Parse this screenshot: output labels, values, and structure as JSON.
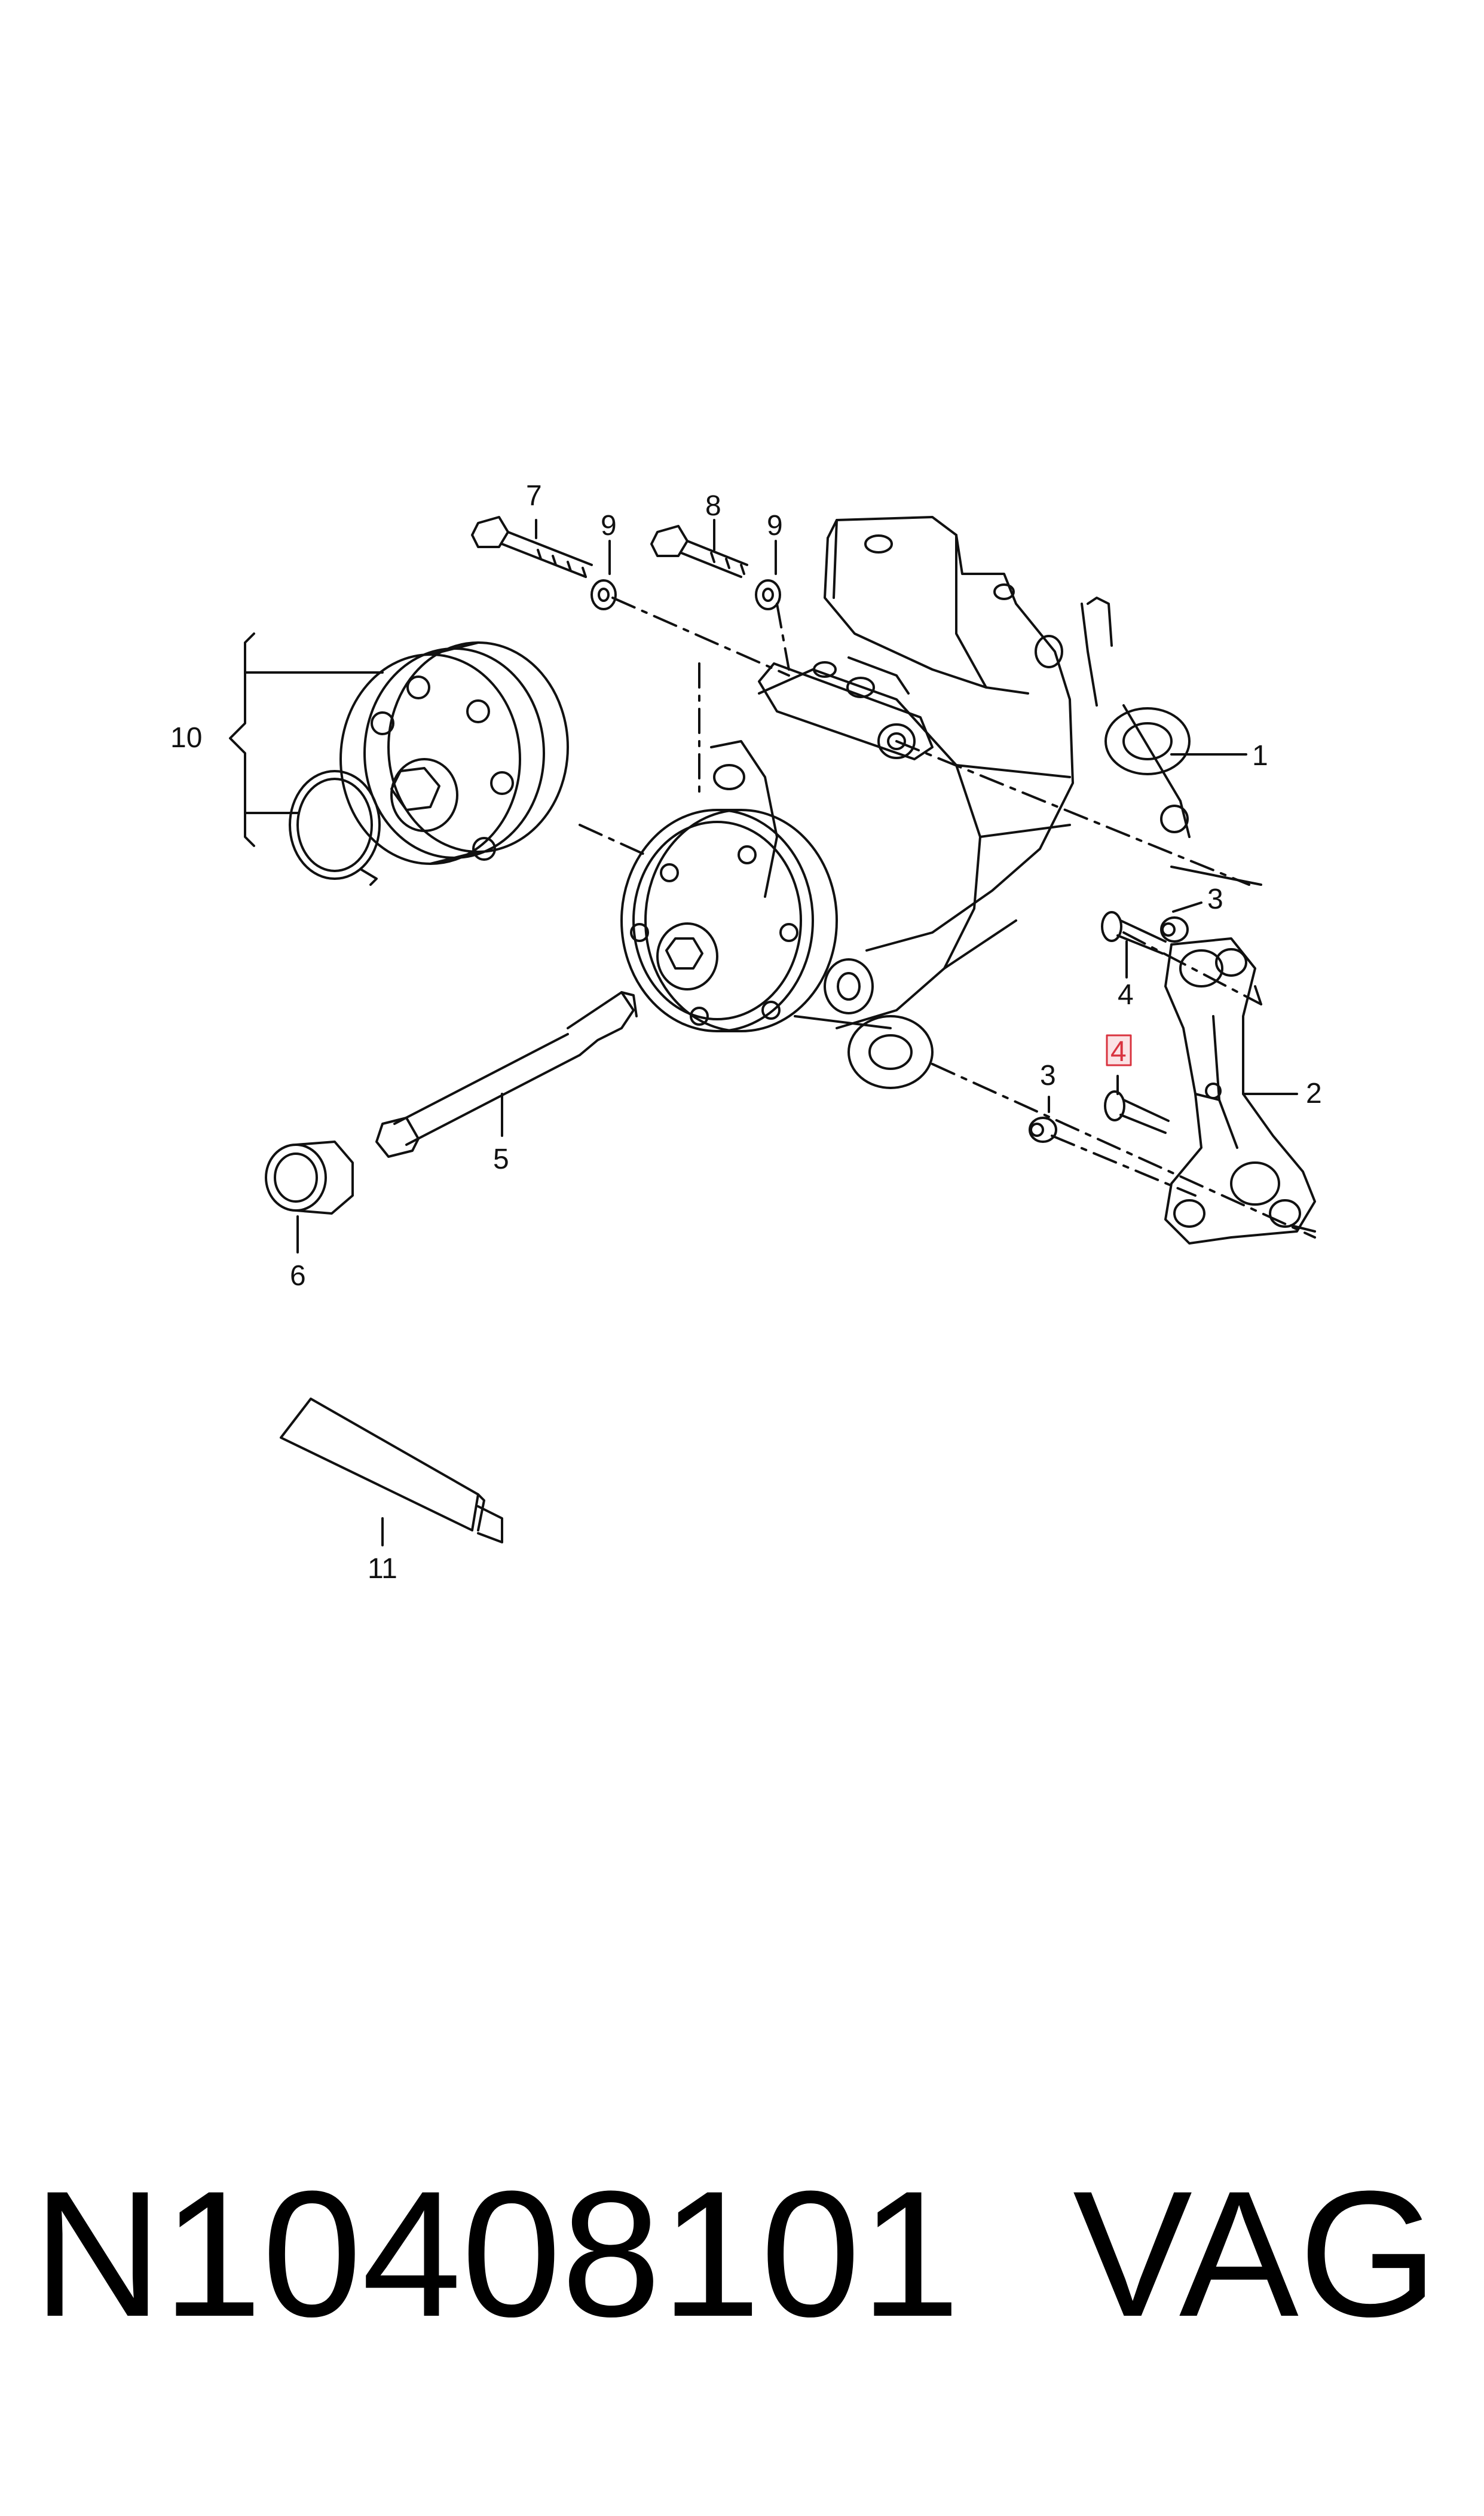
{
  "diagram": {
    "callouts": {
      "c1": "1",
      "c2": "2",
      "c3a": "3",
      "c3b": "3",
      "c4a": "4",
      "c4b": "4",
      "c5": "5",
      "c6": "6",
      "c7": "7",
      "c8": "8",
      "c9a": "9",
      "c9b": "9",
      "c10": "10",
      "c11": "11"
    },
    "highlight_color": "#d9333f",
    "line_color": "#111111"
  },
  "caption": {
    "part_number": "N10408101",
    "brand": "VAG"
  }
}
